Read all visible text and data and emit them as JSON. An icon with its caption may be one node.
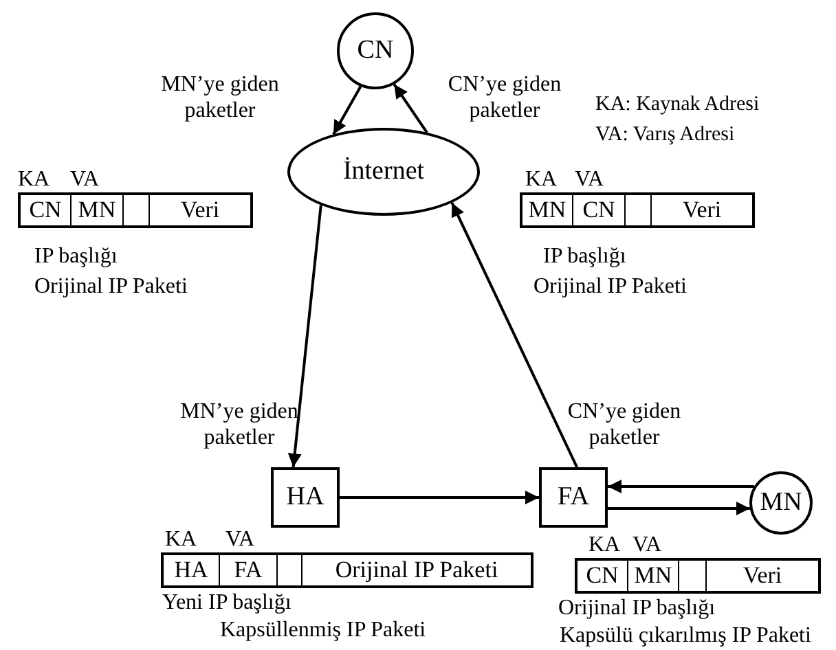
{
  "diagram": {
    "nodes": [
      {
        "text": [
          "CN"
        ]
      },
      {
        "text": [
          "İnternet"
        ]
      },
      {
        "text": [
          "KA",
          "VA",
          "CN",
          "MN",
          "Veri",
          "IP başlığı",
          "Orijinal IP Paketi"
        ]
      },
      {
        "text": [
          "KA",
          "VA",
          "MN",
          "CN",
          "Veri",
          "IP başlığı",
          "Orijinal IP Paketi"
        ]
      },
      {
        "text": [
          "HA"
        ]
      },
      {
        "text": [
          "FA"
        ]
      },
      {
        "text": [
          "MN"
        ]
      },
      {
        "text": [
          "KA",
          "VA",
          "HA",
          "FA",
          "Orijinal IP Paketi",
          "Yeni IP başlığı",
          "Kapsüllenmiş IP Paketi"
        ]
      },
      {
        "text": [
          "KA",
          "VA",
          "CN",
          "MN",
          "Veri",
          "Orijinal IP başlığı",
          "Kapsülü çıkarılmış IP Paketi"
        ]
      }
    ],
    "edges": [
      {
        "from": 0,
        "to": 1,
        "arrow": "to",
        "label": "MN’ye giden paketler"
      },
      {
        "from": 1,
        "to": 0,
        "arrow": "to",
        "label": "CN’ye giden paketler"
      },
      {
        "from": 1,
        "to": 4,
        "arrow": "to",
        "label": "MN’ye giden paketler"
      },
      {
        "from": 5,
        "to": 1,
        "arrow": "to",
        "label": "CN’ye giden paketler"
      },
      {
        "from": 4,
        "to": 5,
        "arrow": "to"
      },
      {
        "from": 6,
        "to": 5,
        "arrow": "to"
      },
      {
        "from": 5,
        "to": 6,
        "arrow": "to"
      }
    ],
    "labels": [
      "KA: Kaynak Adresi",
      "VA: Varış Adresi"
    ]
  }
}
